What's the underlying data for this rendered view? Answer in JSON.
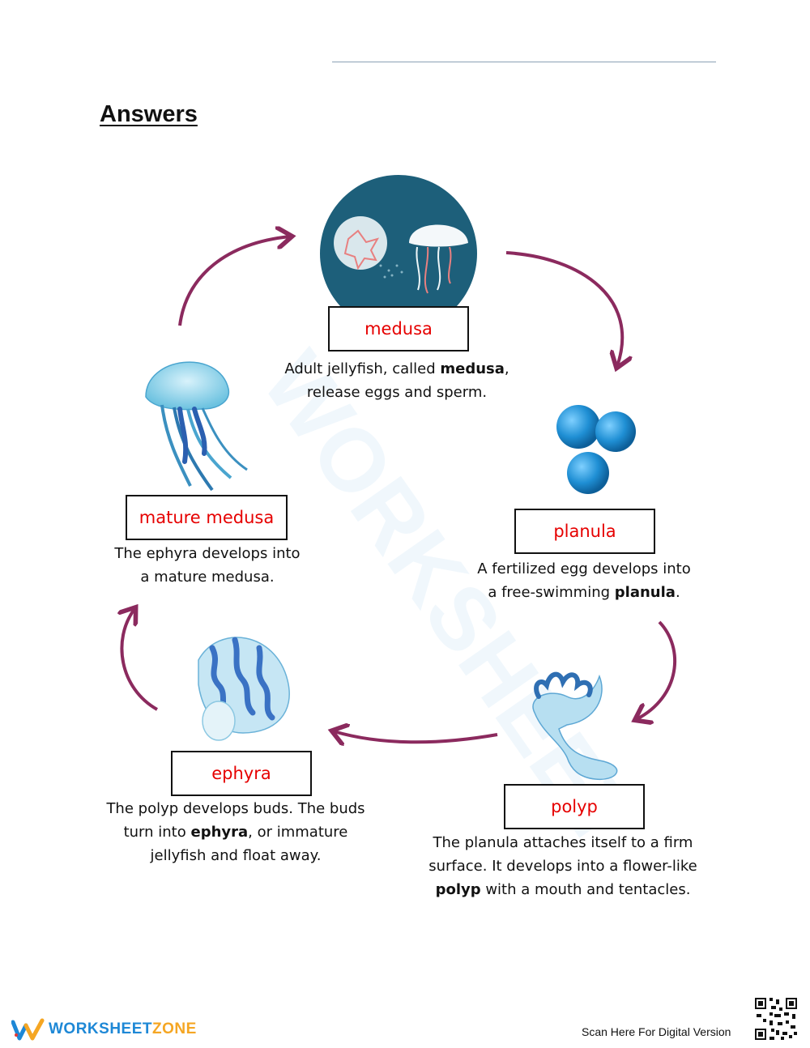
{
  "title": "Answers",
  "stages": {
    "medusa": {
      "label": "medusa",
      "desc_line1_pre": "Adult jellyfish, called ",
      "desc_line1_bold": "medusa",
      "desc_line1_post": ",",
      "desc_line2": "release eggs and sperm."
    },
    "planula": {
      "label": "planula",
      "desc_line1": "A fertilized egg develops into",
      "desc_line2_pre": "a free-swimming ",
      "desc_line2_bold": "planula",
      "desc_line2_post": "."
    },
    "polyp": {
      "label": "polyp",
      "desc_line1": "The planula attaches itself to a firm",
      "desc_line2": "surface. It develops into a flower-like",
      "desc_line3_bold": "polyp",
      "desc_line3_post": " with a mouth and tentacles."
    },
    "ephyra": {
      "label": "ephyra",
      "desc_line1": "The polyp develops buds. The buds",
      "desc_line2_pre": "turn into ",
      "desc_line2_bold": "ephyra",
      "desc_line2_post": ", or immature",
      "desc_line3": "jellyfish and float away."
    },
    "mature_medusa": {
      "label": "mature medusa",
      "desc_line1": "The ephyra develops into",
      "desc_line2": "a mature medusa."
    }
  },
  "footer": {
    "brand_main": "WORKSHEET",
    "brand_accent": "ZONE",
    "scan_text": "Scan Here For Digital Version"
  },
  "colors": {
    "label_text": "#e60000",
    "arrow": "#8b2a5e",
    "brand_blue": "#1e88d6",
    "brand_orange": "#f5a623"
  }
}
